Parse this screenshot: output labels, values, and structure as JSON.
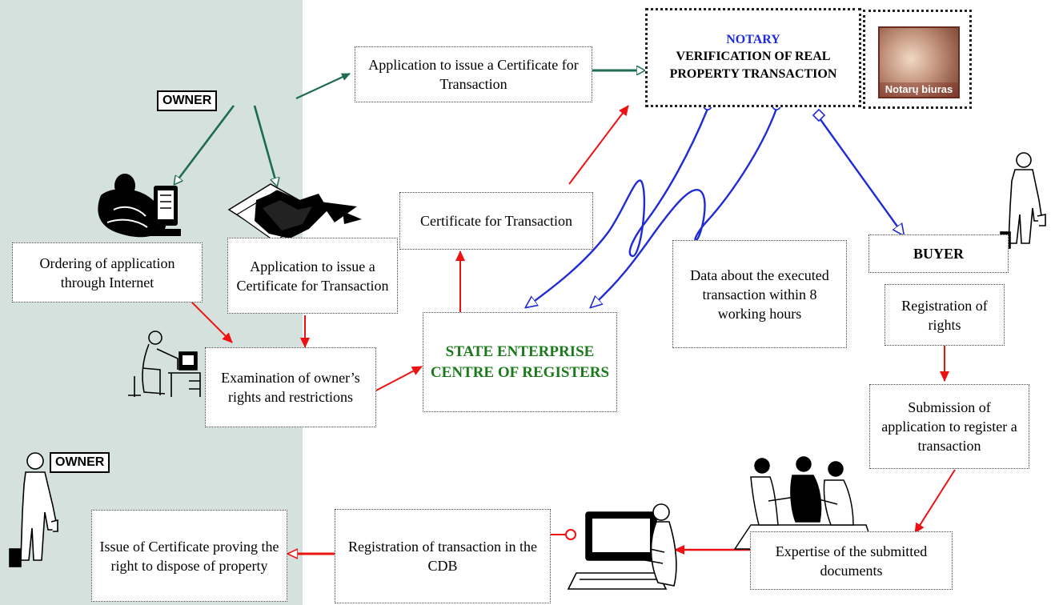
{
  "colors": {
    "left_band": "#d4e1dd",
    "green_arrow": "#1f6b4f",
    "red_arrow": "#ee1111",
    "blue_link": "#1f2bd6",
    "centre_text": "#1a7a1a"
  },
  "labels": {
    "owner_top": "OWNER",
    "owner_bottom": "OWNER"
  },
  "boxes": {
    "application_notary": "Application to issue a Certificate for Transaction",
    "notary_title": "NOTARY",
    "notary_text": "VERIFICATION OF REAL PROPERTY TRANSACTION",
    "notary_image_caption": "Notarų biuras",
    "certificate": "Certificate for Transaction",
    "ordering": "Ordering of application through Internet",
    "application_owner": "Application to issue a Certificate for Transaction",
    "examination": "Examination of owner’s rights and restrictions",
    "state_enterprise": "STATE ENTERPRISE CENTRE OF REGISTERS",
    "data_transaction": "Data about the executed transaction within 8 working hours",
    "buyer": "BUYER",
    "registration_rights": "Registration of rights",
    "submission": "Submission of application to register a transaction",
    "expertise": "Expertise of the submitted documents",
    "registration_cdb": "Registration of transaction in the CDB",
    "issue_certificate": "Issue of Certificate proving the right to dispose of property"
  },
  "icons": [
    "owner-computer-icon",
    "documents-icon",
    "clerk-workstation-icon",
    "buyer-person-icon",
    "meeting-people-icon",
    "operator-computer-icon",
    "owner-person-icon",
    "notary-office-image"
  ]
}
